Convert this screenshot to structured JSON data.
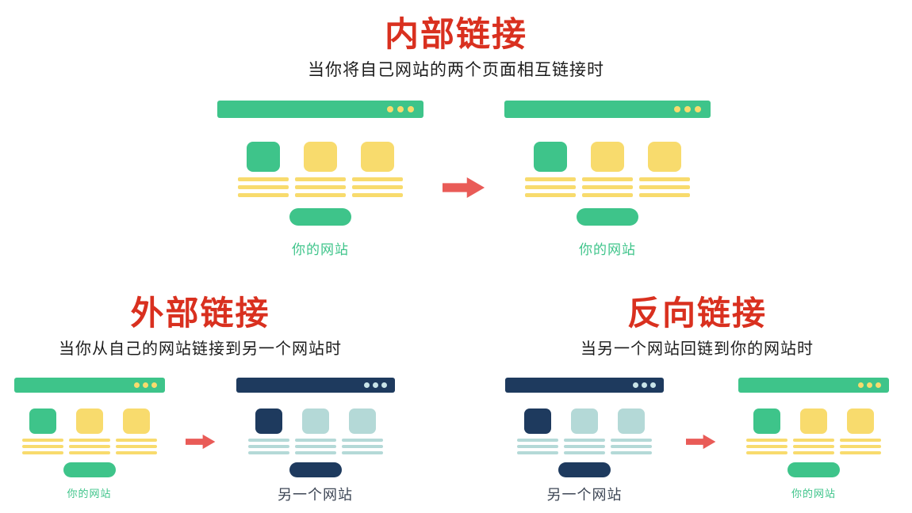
{
  "colors": {
    "background": "#ffffff",
    "green": "#3ec48a",
    "yellow": "#f8db6d",
    "navy": "#1e3a5e",
    "teal": "#b4d9d7",
    "tealDot": "#c9e4e8",
    "titleRed": "#d9301f",
    "arrowRed": "#e95b57",
    "labelDark": "#3d4655",
    "subtitleDark": "#1c1c1c"
  },
  "sections": {
    "internal": {
      "title": "内部链接",
      "subtitle": "当你将自己网站的两个页面相互链接时",
      "left_site_label": "你的网站",
      "right_site_label": "你的网站"
    },
    "external": {
      "title": "外部链接",
      "subtitle": "当你从自己的网站链接到另一个网站时",
      "left_site_label": "你的网站",
      "right_site_label": "另一个网站"
    },
    "backlink": {
      "title": "反向链接",
      "subtitle": "当另一个网站回链到你的网站时",
      "left_site_label": "另一个网站",
      "right_site_label": "你的网站"
    }
  }
}
